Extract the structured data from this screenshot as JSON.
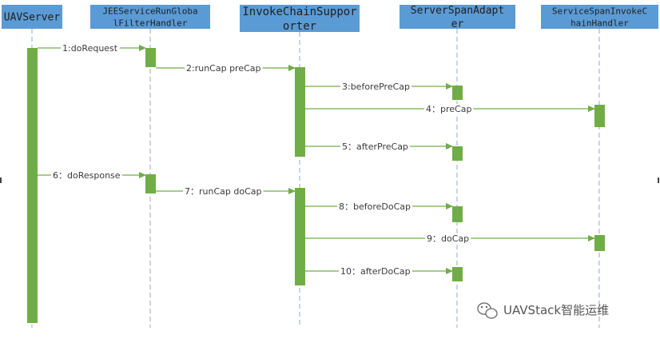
{
  "actors": [
    {
      "id": "uavserver",
      "lines": [
        "UAVServer"
      ]
    },
    {
      "id": "jee-filter",
      "lines": [
        "JEEServiceRunGloba",
        "lFilterHandler"
      ]
    },
    {
      "id": "invoke-chain",
      "lines": [
        "InvokeChainSuppor",
        "orter"
      ]
    },
    {
      "id": "span-adapter",
      "lines": [
        "ServerSpanAdapt",
        "er"
      ]
    },
    {
      "id": "span-invoke",
      "lines": [
        "ServiceSpanInvokeC",
        "hainHandler"
      ]
    }
  ],
  "messages": [
    {
      "label": "1:doRequest"
    },
    {
      "label": "2:runCap preCap"
    },
    {
      "label": "3:beforePreCap"
    },
    {
      "label": "4：preCap"
    },
    {
      "label": "5：afterPreCap"
    },
    {
      "label": "6：doResponse"
    },
    {
      "label": "7：runCap doCap"
    },
    {
      "label": "8：beforeDoCap"
    },
    {
      "label": "9：doCap"
    },
    {
      "label": "10：afterDoCap"
    }
  ],
  "watermark": {
    "text": "UAVStack智能运维"
  },
  "colors": {
    "actor_fill": "#5b9bd5",
    "activation": "#70ad47",
    "message": "#70ad47",
    "lifeline": "#8fa9c9"
  }
}
